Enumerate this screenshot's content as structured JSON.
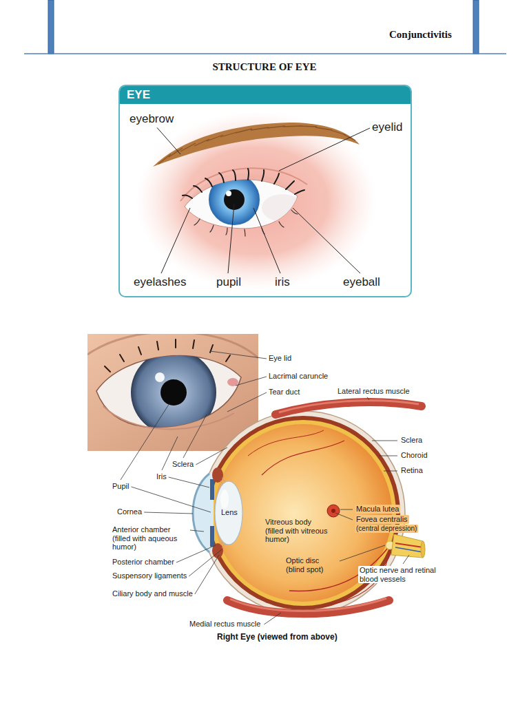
{
  "diagram": {
    "title": "STRUCTURE OF EYE",
    "caption": "Right Eye (viewed from above)",
    "nodes": [
      {
        "text": [
          "EYE"
        ]
      }
    ],
    "labels": [
      "Conjunctivitis",
      "eyebrow",
      "eyelid",
      "eyelashes",
      "pupil",
      "iris",
      "eyeball",
      "Eye lid",
      "Lacrimal caruncle",
      "Tear duct",
      "Lateral rectus muscle",
      "Sclera",
      "Choroid",
      "Retina",
      "Macula lutea",
      "Fovea centralis",
      "(central depression)",
      "Sclera",
      "Iris",
      "Pupil",
      "Cornea",
      "Lens",
      "Anterior chamber (filled with aqueous humor)",
      "Vitreous body (filled with vitreous humor)",
      "Optic disc (blind spot)",
      "Posterior chamber",
      "Suspensory ligaments",
      "Ciliary body and muscle",
      "Optic nerve and retinal blood vessels",
      "Medial rectus muscle"
    ]
  }
}
